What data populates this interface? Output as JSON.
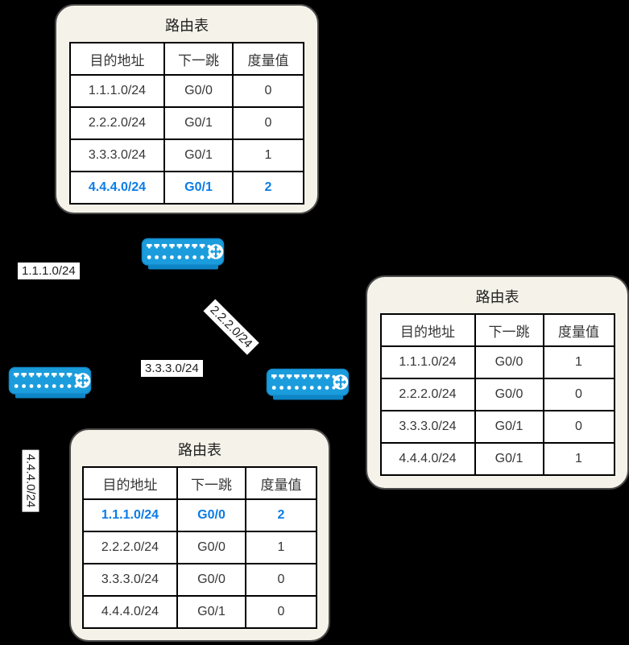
{
  "colors": {
    "background": "#000000",
    "card_fill": "#f5f2e9",
    "card_border": "#4a4a4a",
    "table_fill": "#ffffff",
    "table_border": "#000000",
    "table_text": "#363636",
    "highlight_blue": "#0b7ce6",
    "router_body_blue": "#1b9cdc",
    "router_base_blue": "#0d85c6",
    "label_bg": "#ffffff"
  },
  "routing_tables": {
    "top": {
      "title": "路由表",
      "headers": [
        "目的地址",
        "下一跳",
        "度量值"
      ],
      "rows": [
        {
          "dest": "1.1.1.0/24",
          "next_hop": "G0/0",
          "metric": "0",
          "highlight": false
        },
        {
          "dest": "2.2.2.0/24",
          "next_hop": "G0/1",
          "metric": "0",
          "highlight": false
        },
        {
          "dest": "3.3.3.0/24",
          "next_hop": "G0/1",
          "metric": "1",
          "highlight": false
        },
        {
          "dest": "4.4.4.0/24",
          "next_hop": "G0/1",
          "metric": "2",
          "highlight": true
        }
      ]
    },
    "right": {
      "title": "路由表",
      "headers": [
        "目的地址",
        "下一跳",
        "度量值"
      ],
      "rows": [
        {
          "dest": "1.1.1.0/24",
          "next_hop": "G0/0",
          "metric": "1",
          "highlight": false
        },
        {
          "dest": "2.2.2.0/24",
          "next_hop": "G0/0",
          "metric": "0",
          "highlight": false
        },
        {
          "dest": "3.3.3.0/24",
          "next_hop": "G0/1",
          "metric": "0",
          "highlight": false
        },
        {
          "dest": "4.4.4.0/24",
          "next_hop": "G0/1",
          "metric": "1",
          "highlight": false
        }
      ]
    },
    "bottom": {
      "title": "路由表",
      "headers": [
        "目的地址",
        "下一跳",
        "度量值"
      ],
      "rows": [
        {
          "dest": "1.1.1.0/24",
          "next_hop": "G0/0",
          "metric": "2",
          "highlight": true
        },
        {
          "dest": "2.2.2.0/24",
          "next_hop": "G0/0",
          "metric": "1",
          "highlight": false
        },
        {
          "dest": "3.3.3.0/24",
          "next_hop": "G0/0",
          "metric": "0",
          "highlight": false
        },
        {
          "dest": "4.4.4.0/24",
          "next_hop": "G0/1",
          "metric": "0",
          "highlight": false
        }
      ]
    }
  },
  "network_labels": {
    "net1": "1.1.1.0/24",
    "net2": "2.2.2.0/24",
    "net3": "3.3.3.0/24",
    "net4": "4.4.4.0/24"
  },
  "icons": {
    "router": "router-icon"
  }
}
